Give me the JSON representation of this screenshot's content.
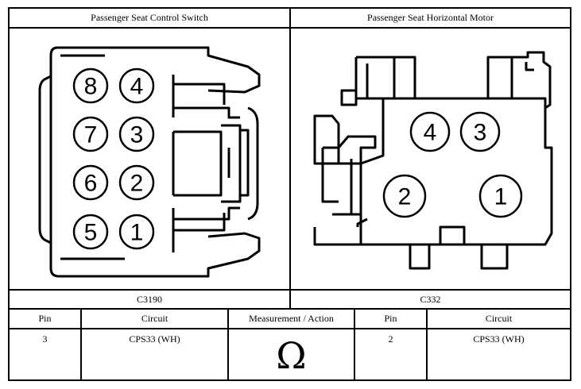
{
  "left_connector": {
    "title": "Passenger Seat Control Switch",
    "label": "C3190",
    "pins": [
      "8",
      "4",
      "7",
      "3",
      "6",
      "2",
      "5",
      "1"
    ]
  },
  "right_connector": {
    "title": "Passenger Seat Horizontal Motor",
    "label": "C332",
    "pins": [
      "4",
      "3",
      "2",
      "1"
    ]
  },
  "table": {
    "headers": [
      "Pin",
      "Circuit",
      "Measurement / Action",
      "Pin",
      "Circuit"
    ],
    "row": {
      "pin_a": "3",
      "circuit_a": "CPS33 (WH)",
      "measurement_symbol": "Ω",
      "pin_b": "2",
      "circuit_b": "CPS33 (WH)"
    }
  }
}
